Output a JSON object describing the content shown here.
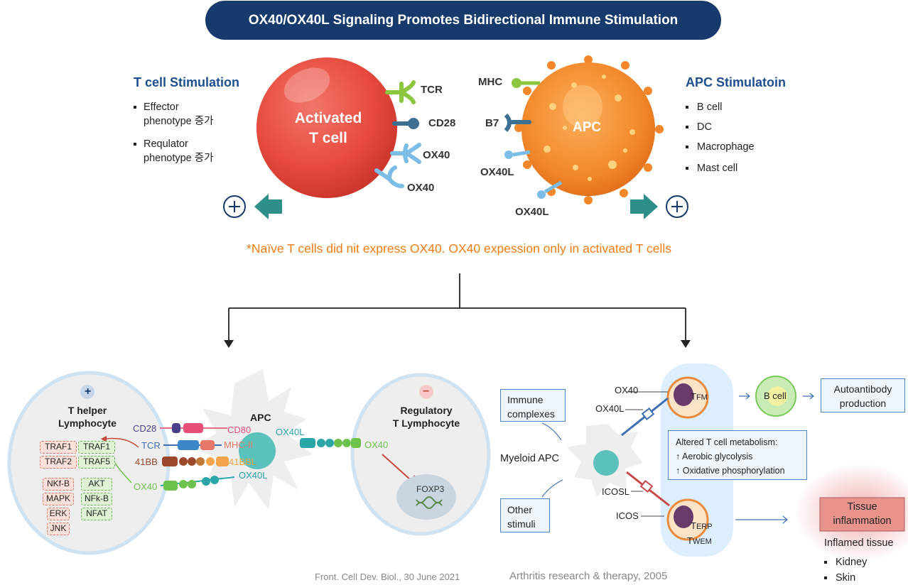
{
  "title": "OX40/OX40L Signaling Promotes Bidirectional Immune Stimulation",
  "top": {
    "t_cell": {
      "heading": "T cell Stimulation",
      "bullets": [
        "Effector phenotype  증가",
        "Requlator phenotype 증가"
      ],
      "effector_line1": "Effector",
      "effector_line2": "phenotype  증가",
      "reg_line1": "Requlator",
      "reg_line2": "phenotype 증가",
      "cell_label_1": "Activated",
      "cell_label_2": "T cell",
      "receptors": [
        "TCR",
        "CD28",
        "OX40",
        "OX40"
      ]
    },
    "apc": {
      "heading": "APC Stimulatoin",
      "bullets": [
        "B cell",
        "DC",
        "Macrophage",
        "Mast cell"
      ],
      "cell_label": "APC",
      "ligands": [
        "MHC",
        "B7",
        "OX40L",
        "OX40L"
      ]
    },
    "note": "*Naïve T cells did nit express OX40. OX40 expession only in activated T cells"
  },
  "bottom_left": {
    "th": {
      "sign": "+",
      "title_1": "T helper",
      "title_2": "Lymphocyte"
    },
    "pink_col": [
      "TRAF1",
      "TRAF2",
      "NKf-B",
      "MAPK",
      "ERK",
      "JNK"
    ],
    "green_col": [
      "TRAF1",
      "TRAF5",
      "AKT",
      "NFk-B",
      "NFAT"
    ],
    "left_labels": [
      "CD28",
      "TCR",
      "41BB",
      "OX40"
    ],
    "apc_label": "APC",
    "apc_labels": [
      "CD80",
      "MHC-II",
      "41BBL",
      "OX40L",
      "OX40L"
    ],
    "treg": {
      "sign": "−",
      "title_1": "Regulatory",
      "title_2": "T Lymphocyte",
      "ox40": "OX40",
      "foxp3": "FOXP3"
    },
    "citation": "Front. Cell Dev. Biol., 30 June 2021"
  },
  "bottom_right": {
    "immune_1": "Immune",
    "immune_2": "complexes",
    "other_1": "Other",
    "other_2": "stimuli",
    "myeloid": "Myeloid APC",
    "ox40": "OX40",
    "ox40l": "OX40L",
    "icosl": "ICOSL",
    "icos": "ICOS",
    "tfm": "T",
    "tfm_sub": "FM",
    "terp": "T",
    "terp_sub": "ERP",
    "twem": "T",
    "twem_sub": "WEM",
    "bcell": "B cell",
    "auto_1": "Autoantibody",
    "auto_2": "production",
    "metab_title": "Altered T cell metabolism:",
    "metab_1": "↑ Aerobic glycolysis",
    "metab_2": "↑ Oxidative phosphorylation",
    "tissue_1": "Tissue",
    "tissue_2": "inflammation",
    "inflamed": "Inflamed tissue",
    "organs": [
      "Kidney",
      "Skin"
    ],
    "citation": "Arthritis research & therapy, 2005"
  },
  "colors": {
    "banner": "#163a6b",
    "heading": "#1d4f8f",
    "note": "#f07c12",
    "teal": "#2e8f8a"
  }
}
